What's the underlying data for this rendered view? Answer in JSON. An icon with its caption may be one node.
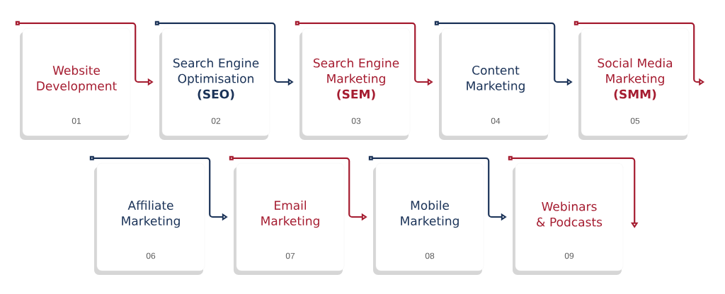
{
  "diagram": {
    "nodes": [
      {
        "text": [
          "Website Development",
          "01"
        ]
      },
      {
        "text": [
          "Search Engine Optimisation **(SEO)**",
          "02"
        ]
      },
      {
        "text": [
          "Search Engine Marketing **(SEM)**",
          "03"
        ]
      },
      {
        "text": [
          "Content Marketing",
          "04"
        ]
      },
      {
        "text": [
          "Social Media Marketing **(SMM)**",
          "05"
        ]
      },
      {
        "text": [
          "Affiliate Marketing",
          "06"
        ]
      },
      {
        "text": [
          "Email Marketing",
          "07"
        ]
      },
      {
        "text": [
          "Mobile Marketing",
          "08"
        ]
      },
      {
        "text": [
          "Webinars & Podcasts",
          "09"
        ]
      }
    ],
    "edges": [
      {
        "from": 0,
        "to": 1,
        "arrow": "to",
        "color": "#a51c30"
      },
      {
        "from": 1,
        "to": 2,
        "arrow": "to",
        "color": "#1b3358"
      },
      {
        "from": 2,
        "to": 3,
        "arrow": "to",
        "color": "#a51c30"
      },
      {
        "from": 3,
        "to": 4,
        "arrow": "to",
        "color": "#1b3358"
      },
      {
        "from": 4,
        "to": null,
        "arrow": "to",
        "color": "#a51c30"
      },
      {
        "from": 5,
        "to": 6,
        "arrow": "to",
        "color": "#1b3358"
      },
      {
        "from": 6,
        "to": 7,
        "arrow": "to",
        "color": "#a51c30"
      },
      {
        "from": 7,
        "to": 8,
        "arrow": "to",
        "color": "#1b3358"
      },
      {
        "from": 8,
        "to": null,
        "arrow": "to",
        "color": "#a51c30"
      }
    ]
  }
}
